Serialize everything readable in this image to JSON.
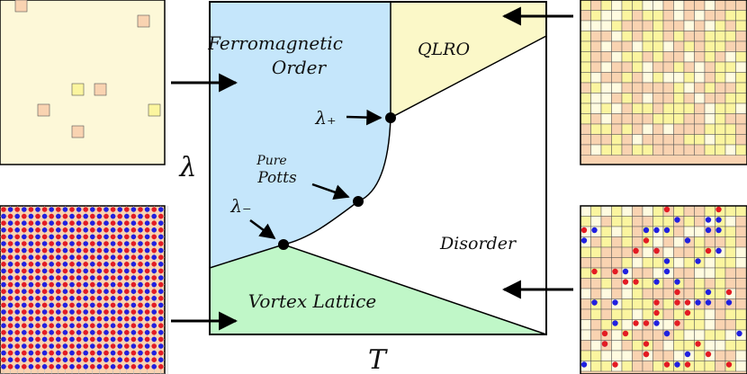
{
  "axes": {
    "x_label": "T",
    "y_label": "λ"
  },
  "regions": {
    "ferro_line1": "Ferromagnetic",
    "ferro_line2": "Order",
    "qlro": "QLRO",
    "disorder": "Disorder",
    "vortex": "Vortex Lattice"
  },
  "points": {
    "lambda_plus": "λ₊",
    "lambda_minus": "λ₋",
    "pure_line1": "Pure",
    "pure_line2": "Potts"
  },
  "colors": {
    "ferro": "#c5e6fb",
    "qlro": "#fbf8c8",
    "vortex": "#c0f7c8",
    "disorder": "#ffffff",
    "panel_bg": "#fdf8d8",
    "tile_tan": "#f9d3b1",
    "tile_yellow": "#fbf59f",
    "spin_red": "#e31b23",
    "spin_blue": "#2020e0"
  }
}
